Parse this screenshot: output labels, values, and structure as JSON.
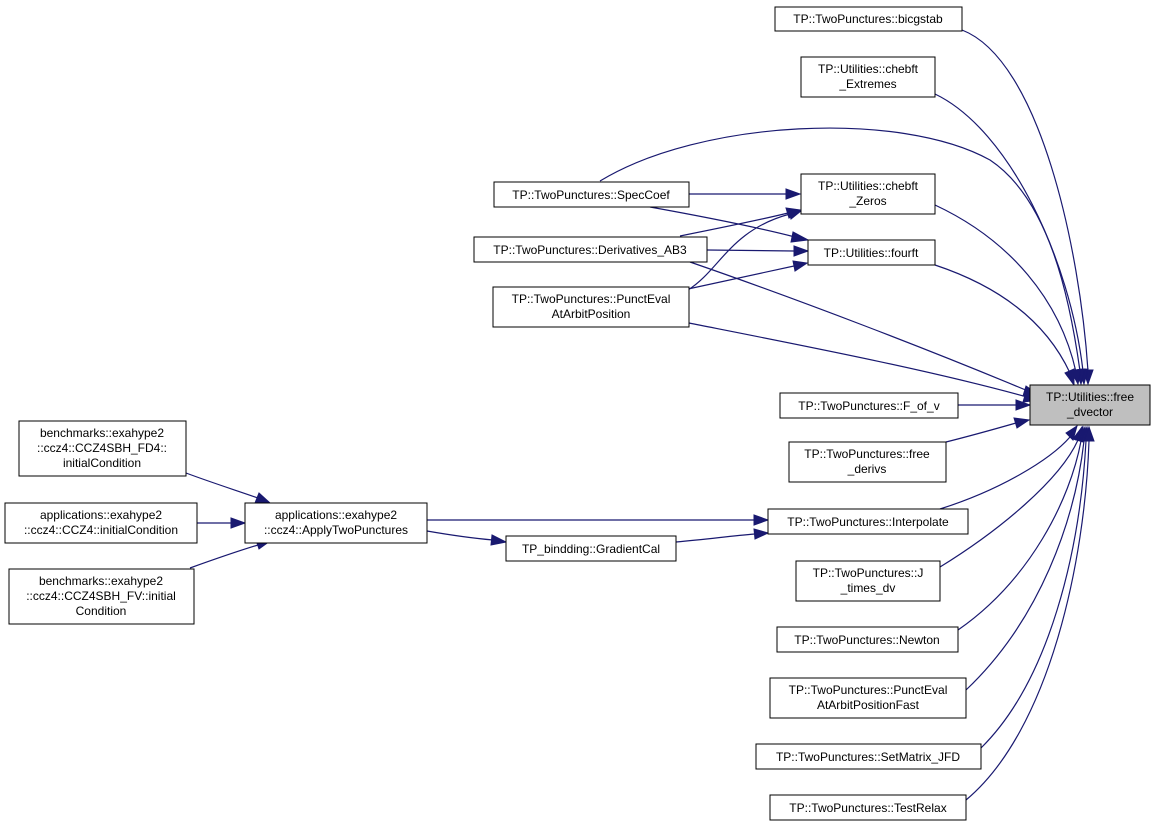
{
  "focus_node": {
    "id": "free_dvector",
    "lines": [
      "TP::Utilities::free",
      "_dvector"
    ]
  },
  "nodes": [
    {
      "id": "bicgstab",
      "lines": [
        "TP::TwoPunctures::bicgstab"
      ]
    },
    {
      "id": "chebft_Extremes",
      "lines": [
        "TP::Utilities::chebft",
        "_Extremes"
      ]
    },
    {
      "id": "chebft_Zeros",
      "lines": [
        "TP::Utilities::chebft",
        "_Zeros"
      ]
    },
    {
      "id": "SpecCoef",
      "lines": [
        "TP::TwoPunctures::SpecCoef"
      ]
    },
    {
      "id": "Derivatives_AB3",
      "lines": [
        "TP::TwoPunctures::Derivatives_AB3"
      ]
    },
    {
      "id": "fourft",
      "lines": [
        "TP::Utilities::fourft"
      ]
    },
    {
      "id": "PunctEvalAtArbitPosition",
      "lines": [
        "TP::TwoPunctures::PunctEval",
        "AtArbitPosition"
      ]
    },
    {
      "id": "F_of_v",
      "lines": [
        "TP::TwoPunctures::F_of_v"
      ]
    },
    {
      "id": "free_derivs",
      "lines": [
        "TP::TwoPunctures::free",
        "_derivs"
      ]
    },
    {
      "id": "Interpolate",
      "lines": [
        "TP::TwoPunctures::Interpolate"
      ]
    },
    {
      "id": "GradientCal",
      "lines": [
        "TP_bindding::GradientCal"
      ]
    },
    {
      "id": "ApplyTwoPunctures",
      "lines": [
        "applications::exahype2",
        "::ccz4::ApplyTwoPunctures"
      ]
    },
    {
      "id": "FD4_initialCondition",
      "lines": [
        "benchmarks::exahype2",
        "::ccz4::CCZ4SBH_FD4::",
        "initialCondition"
      ]
    },
    {
      "id": "CCZ4_initialCondition",
      "lines": [
        "applications::exahype2",
        "::ccz4::CCZ4::initialCondition"
      ]
    },
    {
      "id": "FV_initialCondition",
      "lines": [
        "benchmarks::exahype2",
        "::ccz4::CCZ4SBH_FV::initial",
        "Condition"
      ]
    },
    {
      "id": "J_times_dv",
      "lines": [
        "TP::TwoPunctures::J",
        "_times_dv"
      ]
    },
    {
      "id": "Newton",
      "lines": [
        "TP::TwoPunctures::Newton"
      ]
    },
    {
      "id": "PunctEvalAtArbitPositionFast",
      "lines": [
        "TP::TwoPunctures::PunctEval",
        "AtArbitPositionFast"
      ]
    },
    {
      "id": "SetMatrix_JFD",
      "lines": [
        "TP::TwoPunctures::SetMatrix_JFD"
      ]
    },
    {
      "id": "TestRelax",
      "lines": [
        "TP::TwoPunctures::TestRelax"
      ]
    }
  ],
  "edges": [
    {
      "from": "bicgstab",
      "to": "free_dvector"
    },
    {
      "from": "chebft_Extremes",
      "to": "free_dvector"
    },
    {
      "from": "chebft_Zeros",
      "to": "free_dvector"
    },
    {
      "from": "fourft",
      "to": "free_dvector"
    },
    {
      "from": "SpecCoef",
      "to": "free_dvector"
    },
    {
      "from": "Derivatives_AB3",
      "to": "free_dvector"
    },
    {
      "from": "PunctEvalAtArbitPosition",
      "to": "free_dvector"
    },
    {
      "from": "F_of_v",
      "to": "free_dvector"
    },
    {
      "from": "free_derivs",
      "to": "free_dvector"
    },
    {
      "from": "Interpolate",
      "to": "free_dvector"
    },
    {
      "from": "J_times_dv",
      "to": "free_dvector"
    },
    {
      "from": "Newton",
      "to": "free_dvector"
    },
    {
      "from": "PunctEvalAtArbitPositionFast",
      "to": "free_dvector"
    },
    {
      "from": "SetMatrix_JFD",
      "to": "free_dvector"
    },
    {
      "from": "TestRelax",
      "to": "free_dvector"
    },
    {
      "from": "SpecCoef",
      "to": "chebft_Zeros"
    },
    {
      "from": "SpecCoef",
      "to": "fourft"
    },
    {
      "from": "Derivatives_AB3",
      "to": "chebft_Zeros"
    },
    {
      "from": "Derivatives_AB3",
      "to": "fourft"
    },
    {
      "from": "PunctEvalAtArbitPosition",
      "to": "chebft_Zeros"
    },
    {
      "from": "PunctEvalAtArbitPosition",
      "to": "fourft"
    },
    {
      "from": "ApplyTwoPunctures",
      "to": "Interpolate"
    },
    {
      "from": "ApplyTwoPunctures",
      "to": "GradientCal"
    },
    {
      "from": "GradientCal",
      "to": "Interpolate"
    },
    {
      "from": "FD4_initialCondition",
      "to": "ApplyTwoPunctures"
    },
    {
      "from": "CCZ4_initialCondition",
      "to": "ApplyTwoPunctures"
    },
    {
      "from": "FV_initialCondition",
      "to": "ApplyTwoPunctures"
    }
  ],
  "colors": {
    "edge": "#191970",
    "node_border": "#000000",
    "node_fill": "#ffffff",
    "focus_fill": "#bfbfbf"
  }
}
